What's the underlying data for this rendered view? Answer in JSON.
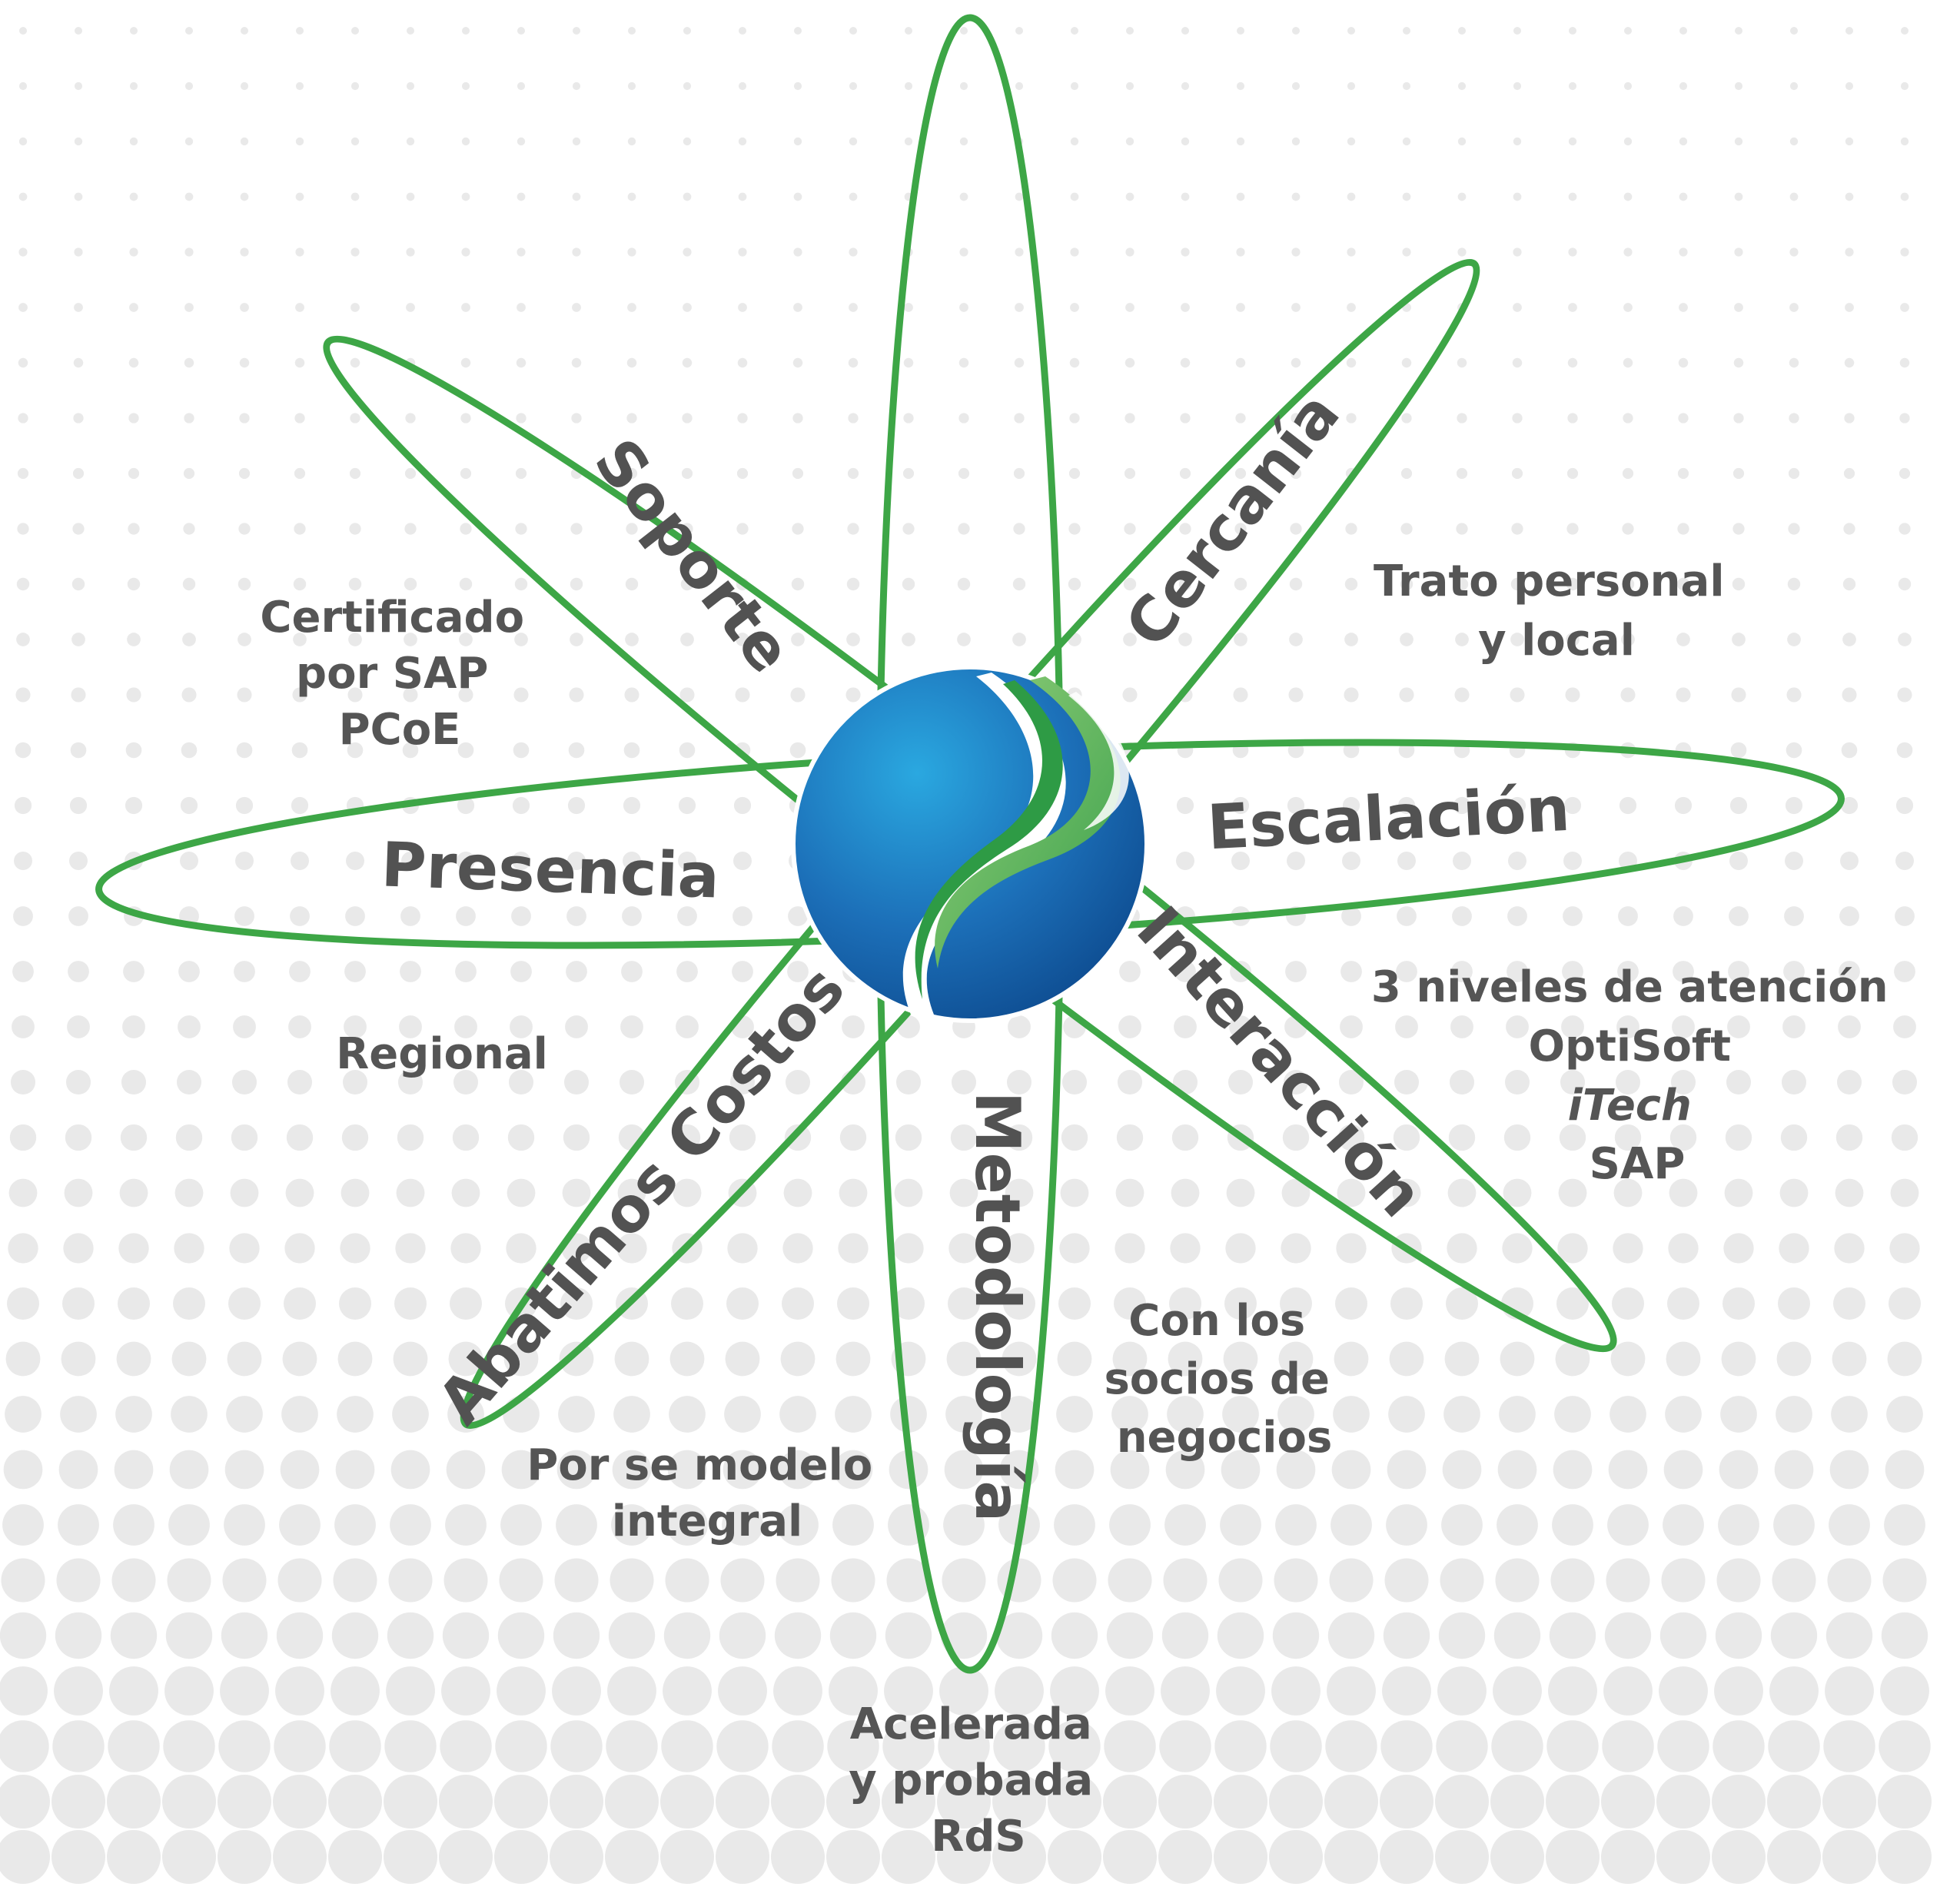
{
  "colors": {
    "petal_stroke": "#3da646",
    "text_main": "#525252",
    "text_sub": "#555555",
    "globe_light": "#2aa0d8",
    "globe_dark": "#0d4f96",
    "swoosh_light": "#7cc36b",
    "swoosh_dark": "#2e9b45",
    "dots": "#e9e9e9"
  },
  "center": {
    "logo": "globe-swoosh-logo"
  },
  "petals": [
    {
      "key": "soporte",
      "title": "Soporte",
      "description": [
        "Certificado",
        "por SAP",
        "PCoE"
      ]
    },
    {
      "key": "cercania",
      "title": "Cercanía",
      "description": [
        "Trato personal",
        "y local"
      ]
    },
    {
      "key": "escalacion",
      "title": "Escalación",
      "description": [
        "3 niveles de atención",
        "OptiSoft",
        "iTech",
        "SAP"
      ]
    },
    {
      "key": "interaccion",
      "title": "Interacción",
      "description": [
        "Con los",
        "socios de",
        "negocios"
      ]
    },
    {
      "key": "metodologia",
      "title": "Metodología",
      "description": [
        "Acelerada",
        "y probada",
        "RdS"
      ]
    },
    {
      "key": "abatimos",
      "title": "Abatimos Costos",
      "description": [
        "Por se modelo",
        "integral"
      ]
    },
    {
      "key": "presencia",
      "title": "Presencia",
      "description": [
        "Regional"
      ]
    }
  ]
}
